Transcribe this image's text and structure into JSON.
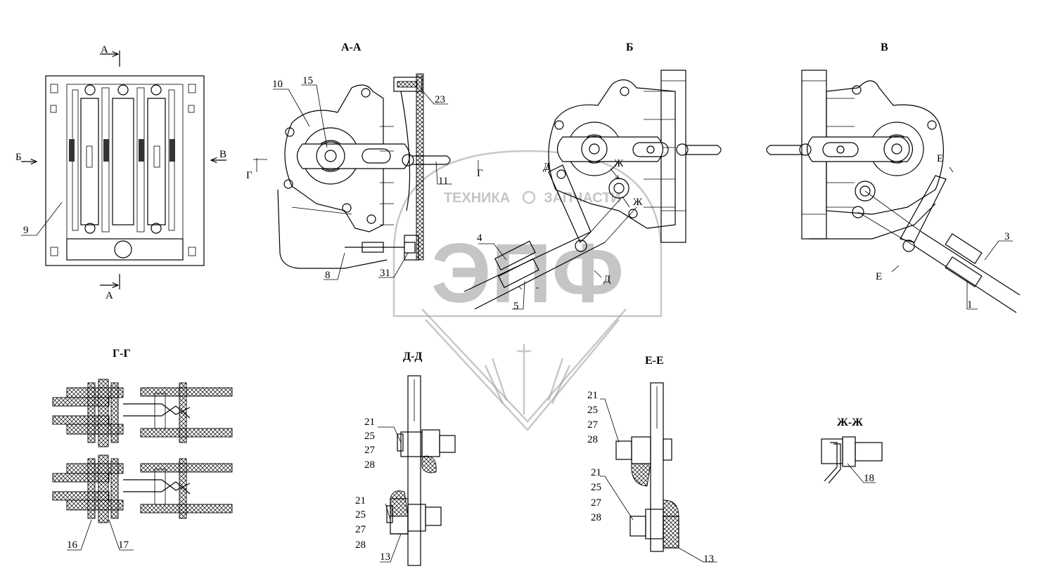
{
  "view_titles": {
    "aa": "А-А",
    "b": "Б",
    "v": "В",
    "gg": "Г-Г",
    "dd": "Д-Д",
    "ee": "Е-Е",
    "zhzh": "Ж-Ж"
  },
  "section_marks": {
    "a_top": "А",
    "a_bottom": "А",
    "b_left": "Б",
    "v_right": "В",
    "g_left": "Г",
    "g_right": "Г",
    "d_upper": "Д",
    "d_lower": "Д",
    "zh_upper": "Ж",
    "zh_lower": "Ж",
    "e_upper": "Е",
    "e_lower": "Е"
  },
  "callouts": {
    "c9": "9",
    "c10": "10",
    "c15": "15",
    "c23": "23",
    "c11": "11",
    "c8": "8",
    "c31": "31",
    "c4": "4",
    "c5": "5",
    "c3": "3",
    "c1": "1",
    "c16": "16",
    "c17": "17",
    "c13a": "13",
    "c13b": "13",
    "c18": "18",
    "dd_top": [
      "21",
      "25",
      "27",
      "28"
    ],
    "dd_bottom": [
      "21",
      "25",
      "27",
      "28"
    ],
    "ee_top": [
      "21",
      "25",
      "27",
      "28"
    ],
    "ee_bottom": [
      "21",
      "25",
      "27",
      "28"
    ]
  },
  "watermark": {
    "brand": "ЭПФ",
    "line1": "ТЕХНИКА",
    "line2": "ЗАПЧАСТИ"
  }
}
